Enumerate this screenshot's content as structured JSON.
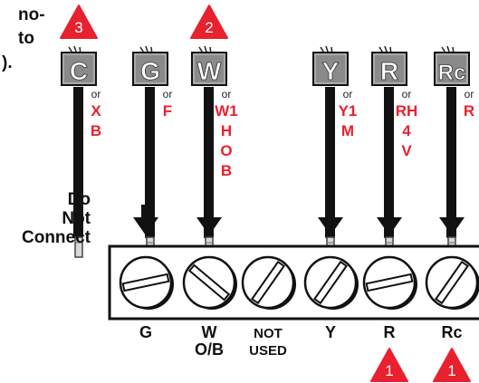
{
  "intro_lines": [
    "no-",
    "to",
    ")."
  ],
  "wires": [
    {
      "letter": "C",
      "or": "or",
      "alts": [
        "X",
        "B"
      ],
      "warning": "3"
    },
    {
      "letter": "G",
      "or": "or",
      "alts": [
        "F"
      ],
      "warning": ""
    },
    {
      "letter": "W",
      "or": "or",
      "alts": [
        "W1",
        "H",
        "O",
        "B"
      ],
      "warning": "2"
    },
    {
      "letter": "Y",
      "or": "or",
      "alts": [
        "Y1",
        "M"
      ],
      "warning": ""
    },
    {
      "letter": "R",
      "or": "or",
      "alts": [
        "RH",
        "4",
        "V"
      ],
      "warning": ""
    },
    {
      "letter": "Rc",
      "or": "or",
      "alts": [
        "R"
      ],
      "warning": ""
    }
  ],
  "do_not_connect": [
    "Do",
    "Not",
    "Connect"
  ],
  "terminals": [
    {
      "label_lines": [
        "G"
      ],
      "arrow": true,
      "warning": ""
    },
    {
      "label_lines": [
        "W",
        "O/B"
      ],
      "arrow": true,
      "warning": ""
    },
    {
      "label_lines": [
        "NOT",
        "USED"
      ],
      "arrow": false,
      "warning": ""
    },
    {
      "label_lines": [
        "Y"
      ],
      "arrow": true,
      "warning": ""
    },
    {
      "label_lines": [
        "R"
      ],
      "arrow": true,
      "warning": "1"
    },
    {
      "label_lines": [
        "Rc"
      ],
      "arrow": true,
      "warning": "1"
    }
  ],
  "colors": {
    "warning_red": "#e8212e",
    "label_red": "#e8212e",
    "tag_gray": "#8a8a8a",
    "wire_black": "#111111",
    "text_black": "#111111"
  }
}
